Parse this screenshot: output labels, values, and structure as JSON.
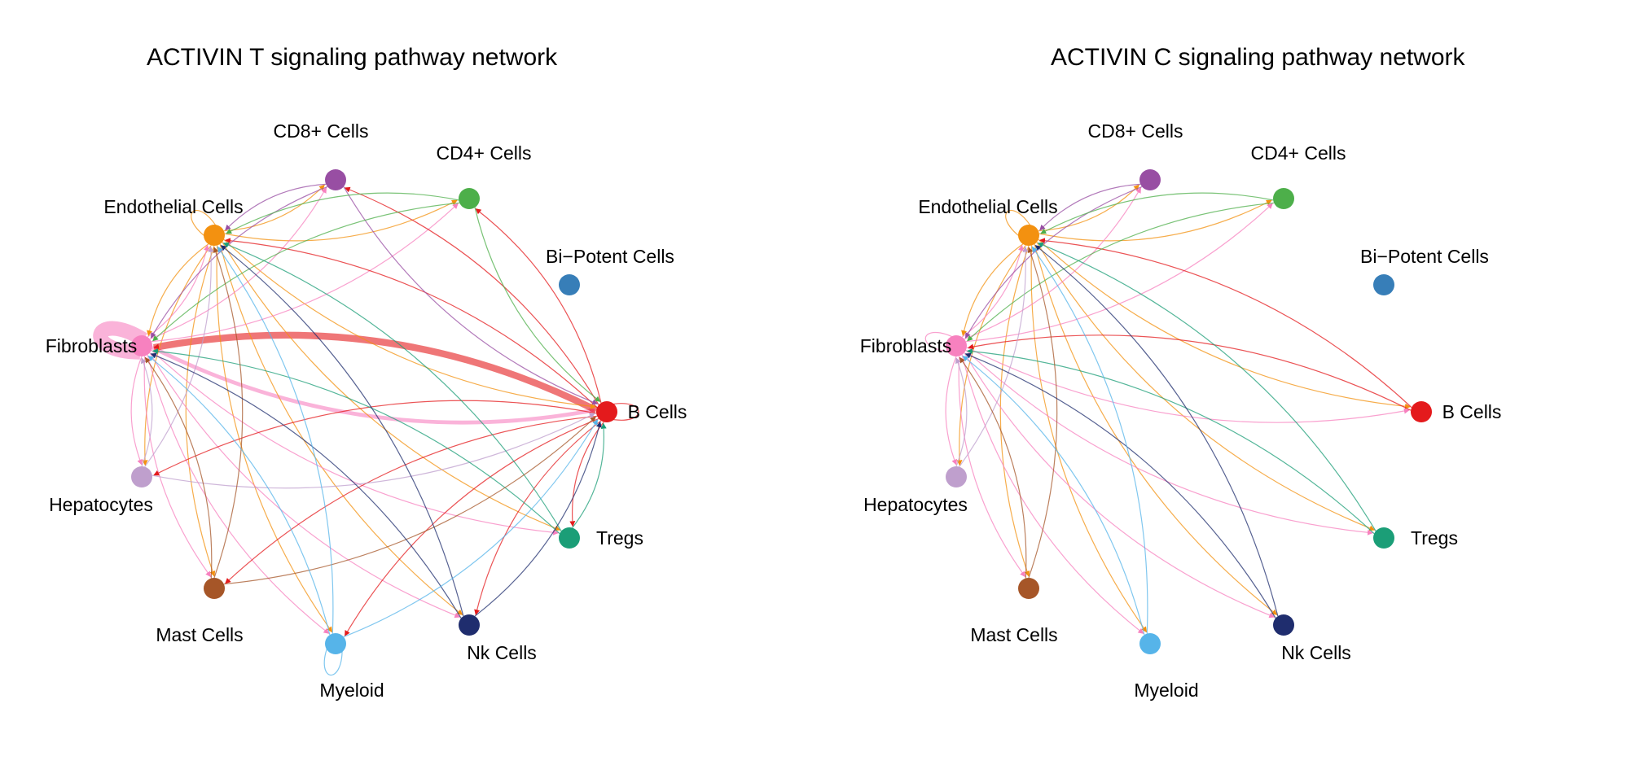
{
  "panels": [
    {
      "title": "ACTIVIN T signaling pathway network",
      "nodes": [
        {
          "id": "cd8",
          "label": "CD8+ Cells",
          "color": "#984ea3"
        },
        {
          "id": "cd4",
          "label": "CD4+ Cells",
          "color": "#4daf4a"
        },
        {
          "id": "endo",
          "label": "Endothelial Cells",
          "color": "#f39110"
        },
        {
          "id": "bipot",
          "label": "Bi−Potent Cells",
          "color": "#377eb8"
        },
        {
          "id": "fibro",
          "label": "Fibroblasts",
          "color": "#f781bf"
        },
        {
          "id": "bcell",
          "label": "B Cells",
          "color": "#e41a1c"
        },
        {
          "id": "hep",
          "label": "Hepatocytes",
          "color": "#bf9fcd"
        },
        {
          "id": "tregs",
          "label": "Tregs",
          "color": "#1b9e77"
        },
        {
          "id": "mast",
          "label": "Mast Cells",
          "color": "#a65628"
        },
        {
          "id": "nk",
          "label": "Nk Cells",
          "color": "#1f2d6e"
        },
        {
          "id": "myeloid",
          "label": "Myeloid",
          "color": "#56b4e9"
        }
      ],
      "edges": [
        {
          "source": "fibro",
          "target": "fibro",
          "weight": 8
        },
        {
          "source": "fibro",
          "target": "bcell",
          "weight": 2.5
        },
        {
          "source": "bcell",
          "target": "fibro",
          "weight": 4
        },
        {
          "source": "endo",
          "target": "endo",
          "weight": 1
        },
        {
          "source": "bcell",
          "target": "bcell",
          "weight": 1
        },
        {
          "source": "myeloid",
          "target": "myeloid",
          "weight": 1
        },
        {
          "source": "endo",
          "target": "cd8",
          "weight": 1
        },
        {
          "source": "endo",
          "target": "cd4",
          "weight": 1
        },
        {
          "source": "endo",
          "target": "fibro",
          "weight": 1
        },
        {
          "source": "endo",
          "target": "bcell",
          "weight": 1
        },
        {
          "source": "endo",
          "target": "hep",
          "weight": 1
        },
        {
          "source": "endo",
          "target": "tregs",
          "weight": 1
        },
        {
          "source": "endo",
          "target": "mast",
          "weight": 1
        },
        {
          "source": "endo",
          "target": "nk",
          "weight": 1
        },
        {
          "source": "endo",
          "target": "myeloid",
          "weight": 1
        },
        {
          "source": "fibro",
          "target": "cd8",
          "weight": 1
        },
        {
          "source": "fibro",
          "target": "cd4",
          "weight": 1
        },
        {
          "source": "fibro",
          "target": "endo",
          "weight": 1
        },
        {
          "source": "fibro",
          "target": "hep",
          "weight": 1
        },
        {
          "source": "fibro",
          "target": "tregs",
          "weight": 1
        },
        {
          "source": "fibro",
          "target": "mast",
          "weight": 1
        },
        {
          "source": "fibro",
          "target": "nk",
          "weight": 1
        },
        {
          "source": "fibro",
          "target": "myeloid",
          "weight": 1
        },
        {
          "source": "bcell",
          "target": "cd8",
          "weight": 1
        },
        {
          "source": "bcell",
          "target": "cd4",
          "weight": 1
        },
        {
          "source": "bcell",
          "target": "endo",
          "weight": 1
        },
        {
          "source": "bcell",
          "target": "hep",
          "weight": 1
        },
        {
          "source": "bcell",
          "target": "tregs",
          "weight": 1
        },
        {
          "source": "bcell",
          "target": "mast",
          "weight": 1
        },
        {
          "source": "bcell",
          "target": "nk",
          "weight": 1
        },
        {
          "source": "bcell",
          "target": "myeloid",
          "weight": 1
        },
        {
          "source": "cd8",
          "target": "endo",
          "weight": 1
        },
        {
          "source": "cd8",
          "target": "fibro",
          "weight": 1
        },
        {
          "source": "cd8",
          "target": "bcell",
          "weight": 1
        },
        {
          "source": "cd4",
          "target": "endo",
          "weight": 1
        },
        {
          "source": "cd4",
          "target": "fibro",
          "weight": 1
        },
        {
          "source": "cd4",
          "target": "bcell",
          "weight": 1
        },
        {
          "source": "hep",
          "target": "fibro",
          "weight": 1
        },
        {
          "source": "hep",
          "target": "endo",
          "weight": 1
        },
        {
          "source": "hep",
          "target": "bcell",
          "weight": 1
        },
        {
          "source": "tregs",
          "target": "fibro",
          "weight": 1
        },
        {
          "source": "tregs",
          "target": "endo",
          "weight": 1
        },
        {
          "source": "tregs",
          "target": "bcell",
          "weight": 1
        },
        {
          "source": "mast",
          "target": "fibro",
          "weight": 1
        },
        {
          "source": "mast",
          "target": "endo",
          "weight": 1
        },
        {
          "source": "mast",
          "target": "bcell",
          "weight": 1
        },
        {
          "source": "nk",
          "target": "fibro",
          "weight": 1
        },
        {
          "source": "nk",
          "target": "endo",
          "weight": 1
        },
        {
          "source": "nk",
          "target": "bcell",
          "weight": 1
        },
        {
          "source": "myeloid",
          "target": "fibro",
          "weight": 1
        },
        {
          "source": "myeloid",
          "target": "endo",
          "weight": 1
        },
        {
          "source": "myeloid",
          "target": "bcell",
          "weight": 1
        }
      ]
    },
    {
      "title": "ACTIVIN C signaling pathway network",
      "nodes": [
        {
          "id": "cd8",
          "label": "CD8+ Cells",
          "color": "#984ea3"
        },
        {
          "id": "cd4",
          "label": "CD4+ Cells",
          "color": "#4daf4a"
        },
        {
          "id": "endo",
          "label": "Endothelial Cells",
          "color": "#f39110"
        },
        {
          "id": "bipot",
          "label": "Bi−Potent Cells",
          "color": "#377eb8"
        },
        {
          "id": "fibro",
          "label": "Fibroblasts",
          "color": "#f781bf"
        },
        {
          "id": "bcell",
          "label": "B Cells",
          "color": "#e41a1c"
        },
        {
          "id": "hep",
          "label": "Hepatocytes",
          "color": "#bf9fcd"
        },
        {
          "id": "tregs",
          "label": "Tregs",
          "color": "#1b9e77"
        },
        {
          "id": "mast",
          "label": "Mast Cells",
          "color": "#a65628"
        },
        {
          "id": "nk",
          "label": "Nk Cells",
          "color": "#1f2d6e"
        },
        {
          "id": "myeloid",
          "label": "Myeloid",
          "color": "#56b4e9"
        }
      ],
      "edges": [
        {
          "source": "endo",
          "target": "endo",
          "weight": 1
        },
        {
          "source": "fibro",
          "target": "fibro",
          "weight": 1
        },
        {
          "source": "endo",
          "target": "cd8",
          "weight": 1
        },
        {
          "source": "endo",
          "target": "cd4",
          "weight": 1
        },
        {
          "source": "endo",
          "target": "fibro",
          "weight": 1
        },
        {
          "source": "endo",
          "target": "bcell",
          "weight": 1
        },
        {
          "source": "endo",
          "target": "hep",
          "weight": 1
        },
        {
          "source": "endo",
          "target": "tregs",
          "weight": 1
        },
        {
          "source": "endo",
          "target": "mast",
          "weight": 1
        },
        {
          "source": "endo",
          "target": "nk",
          "weight": 1
        },
        {
          "source": "endo",
          "target": "myeloid",
          "weight": 1
        },
        {
          "source": "fibro",
          "target": "cd8",
          "weight": 1
        },
        {
          "source": "fibro",
          "target": "cd4",
          "weight": 1
        },
        {
          "source": "fibro",
          "target": "endo",
          "weight": 1
        },
        {
          "source": "fibro",
          "target": "bcell",
          "weight": 1
        },
        {
          "source": "fibro",
          "target": "hep",
          "weight": 1
        },
        {
          "source": "fibro",
          "target": "tregs",
          "weight": 1
        },
        {
          "source": "fibro",
          "target": "mast",
          "weight": 1
        },
        {
          "source": "fibro",
          "target": "nk",
          "weight": 1
        },
        {
          "source": "fibro",
          "target": "myeloid",
          "weight": 1
        },
        {
          "source": "bcell",
          "target": "fibro",
          "weight": 1
        },
        {
          "source": "bcell",
          "target": "endo",
          "weight": 1
        },
        {
          "source": "cd8",
          "target": "endo",
          "weight": 1
        },
        {
          "source": "cd8",
          "target": "fibro",
          "weight": 1
        },
        {
          "source": "cd4",
          "target": "endo",
          "weight": 1
        },
        {
          "source": "cd4",
          "target": "fibro",
          "weight": 1
        },
        {
          "source": "hep",
          "target": "fibro",
          "weight": 1
        },
        {
          "source": "hep",
          "target": "endo",
          "weight": 1
        },
        {
          "source": "tregs",
          "target": "fibro",
          "weight": 1
        },
        {
          "source": "tregs",
          "target": "endo",
          "weight": 1
        },
        {
          "source": "mast",
          "target": "fibro",
          "weight": 1
        },
        {
          "source": "mast",
          "target": "endo",
          "weight": 1
        },
        {
          "source": "nk",
          "target": "fibro",
          "weight": 1
        },
        {
          "source": "nk",
          "target": "endo",
          "weight": 1
        },
        {
          "source": "myeloid",
          "target": "fibro",
          "weight": 1
        },
        {
          "source": "myeloid",
          "target": "endo",
          "weight": 1
        }
      ]
    }
  ]
}
